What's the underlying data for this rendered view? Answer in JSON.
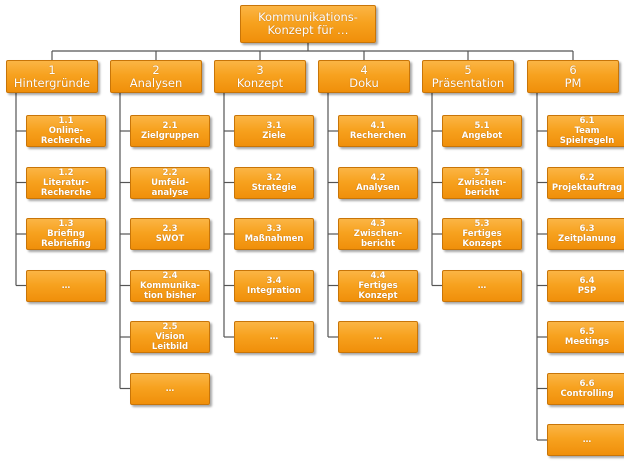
{
  "root": {
    "label": "Kommunikations-\nKonzept für …"
  },
  "columns": [
    {
      "label": "1\nHintergründe",
      "items": [
        "1.1\nOnline-\nRecherche",
        "1.2\nLiteratur-\nRecherche",
        "1.3\nBriefing\nRebriefing",
        "…"
      ]
    },
    {
      "label": "2\nAnalysen",
      "items": [
        "2.1\nZielgruppen",
        "2.2\nUmfeld-\nanalyse",
        "2.3\nSWOT",
        "2.4\nKommunika-\ntion bisher",
        "2.5\nVision\nLeitbild",
        "…"
      ]
    },
    {
      "label": "3\nKonzept",
      "items": [
        "3.1\nZiele",
        "3.2\nStrategie",
        "3.3\nMaßnahmen",
        "3.4\nIntegration",
        "…"
      ]
    },
    {
      "label": "4\nDoku",
      "items": [
        "4.1\nRecherchen",
        "4.2\nAnalysen",
        "4.3\nZwischen-\nbericht",
        "4.4\nFertiges\nKonzept",
        "…"
      ]
    },
    {
      "label": "5\nPräsentation",
      "items": [
        "5.1\nAngebot",
        "5.2\nZwischen-\nbericht",
        "5.3\nFertiges\nKonzept",
        "…"
      ]
    },
    {
      "label": "6\nPM",
      "items": [
        "6.1\nTeam\nSpielregeln",
        "6.2\nProjektauftrag",
        "6.3\nZeitplanung",
        "6.4\nPSP",
        "6.5\nMeetings",
        "6.6\nControlling",
        "…"
      ]
    }
  ],
  "colors": {
    "fill": "#f7a21f",
    "border": "#c87508",
    "line": "#555555"
  }
}
